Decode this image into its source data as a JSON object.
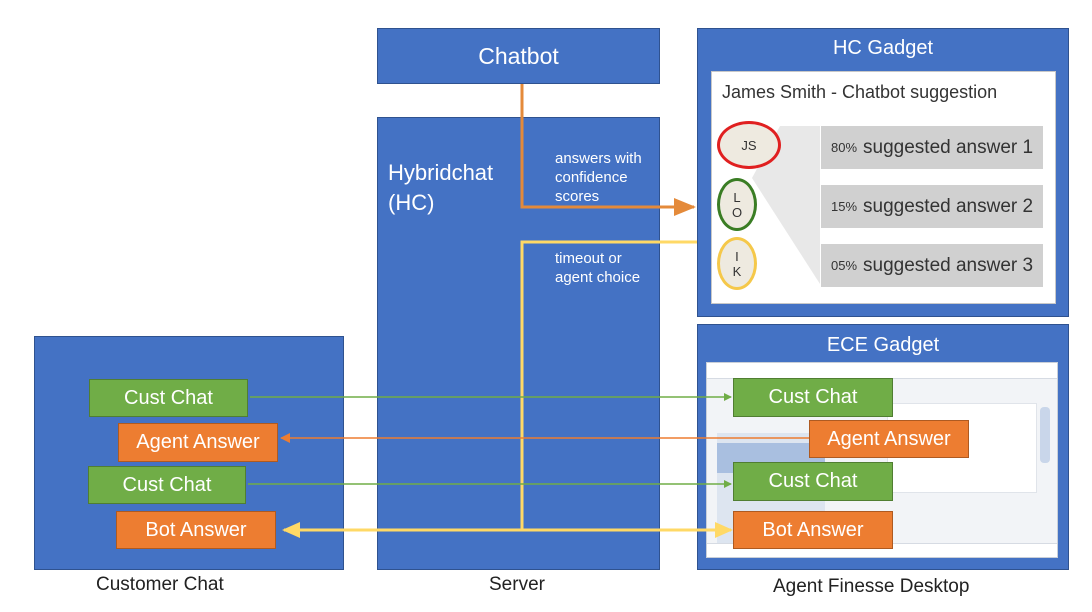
{
  "server": {
    "chatbot_label": "Chatbot",
    "hybridchat_line1": "Hybridchat",
    "hybridchat_line2": "(HC)",
    "caption": "Server",
    "flow_answers": "answers with\nconfidence\nscores",
    "flow_timeout": "timeout or\nagent choice"
  },
  "hc_gadget": {
    "title": "HC Gadget",
    "header": "James Smith - Chatbot suggestion",
    "avatars": [
      {
        "initials": "JS",
        "color": "#e02020"
      },
      {
        "initials": "L\nO",
        "color": "#3a7d24"
      },
      {
        "initials": "I\nK",
        "color": "#f5c84a"
      }
    ],
    "suggestions": [
      {
        "pct": "80%",
        "text": "suggested answer 1"
      },
      {
        "pct": "15%",
        "text": "suggested answer 2"
      },
      {
        "pct": "05%",
        "text": "suggested answer 3"
      }
    ]
  },
  "customer_chat": {
    "caption": "Customer Chat",
    "items": [
      {
        "label": "Cust Chat"
      },
      {
        "label": "Agent Answer"
      },
      {
        "label": "Cust Chat"
      },
      {
        "label": "Bot Answer"
      }
    ]
  },
  "ece_gadget": {
    "title": "ECE Gadget",
    "caption": "Agent Finesse Desktop",
    "items": [
      {
        "label": "Cust Chat"
      },
      {
        "label": "Agent Answer"
      },
      {
        "label": "Cust Chat"
      },
      {
        "label": "Bot Answer"
      }
    ]
  },
  "colors": {
    "blue": "#4472c4",
    "green": "#70ad47",
    "orange": "#ed7d31",
    "yellow_arrow": "#ffd966",
    "orange_arrow": "#e48a3a"
  }
}
